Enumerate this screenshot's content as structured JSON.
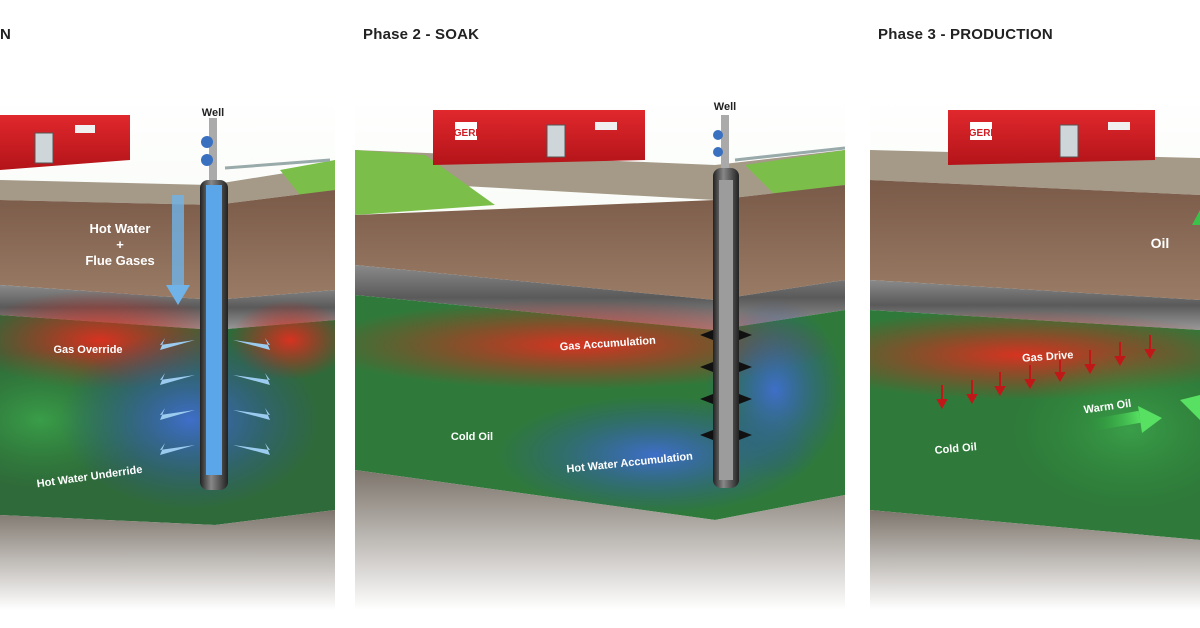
{
  "panels": [
    {
      "title": "N",
      "well_label": "Well",
      "labels": {
        "hot_water": "Hot Water",
        "plus": "+",
        "flue_gases": "Flue Gases",
        "gas_override": "Gas Override",
        "hot_water_underride": "Hot Water Underride"
      }
    },
    {
      "title": "Phase 2 - SOAK",
      "well_label": "Well",
      "building_logo": "GERI",
      "labels": {
        "gas_accumulation": "Gas Accumulation",
        "cold_oil": "Cold Oil",
        "hot_water_accumulation": "Hot Water Accumulation"
      }
    },
    {
      "title": "Phase 3 - PRODUCTION",
      "building_logo": "GERI",
      "labels": {
        "oil": "Oil",
        "gas_drive": "Gas Drive",
        "warm_oil": "Warm Oil",
        "cold_oil": "Cold Oil"
      }
    }
  ],
  "colors": {
    "building": "#d01c24",
    "gas_zone": "#d8261e",
    "oil_zone": "#2f8a3a",
    "water_zone": "#2a5aa8",
    "soil": "#8a6a55",
    "grass": "#7bbf4a",
    "arrow_green": "#3cc24a",
    "arrow_red": "#c01818",
    "arrow_blue": "#6fb3e8"
  }
}
